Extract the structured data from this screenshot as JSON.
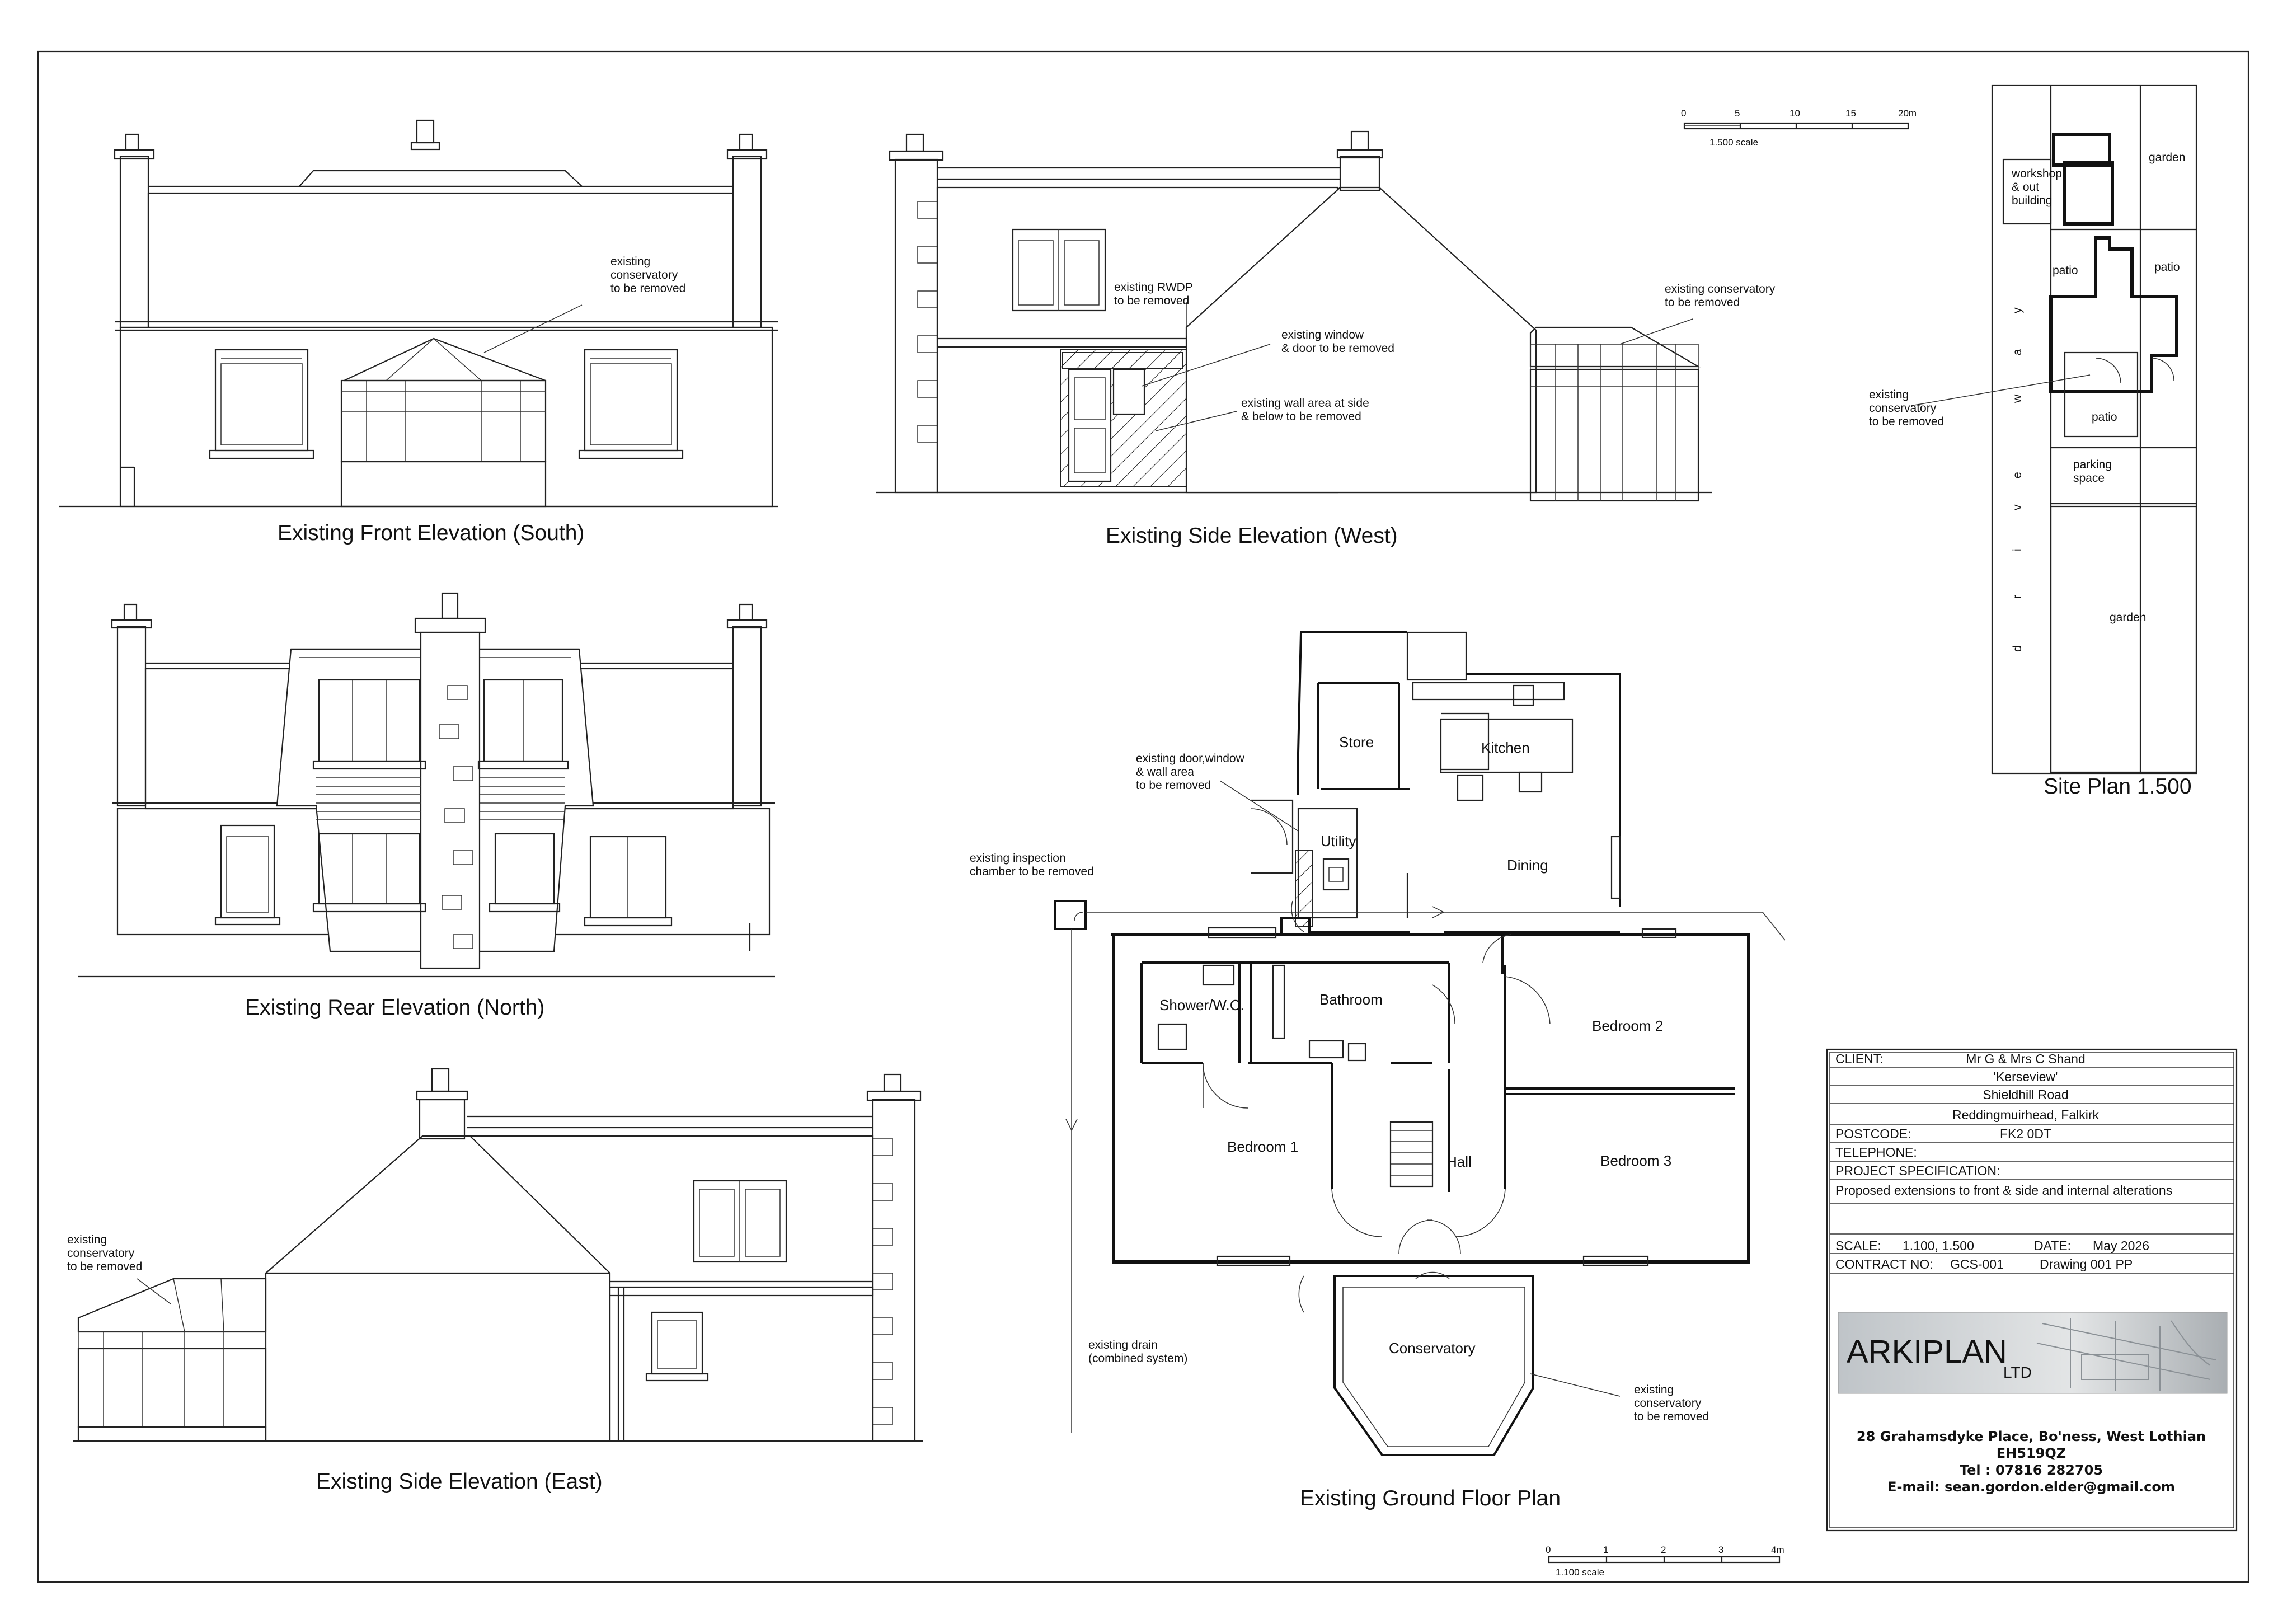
{
  "elevations": {
    "front_title": "Existing Front Elevation (South)",
    "side_west_title": "Existing Side Elevation (West)",
    "rear_title": "Existing Rear Elevation (North)",
    "side_east_title": "Existing Side Elevation (East)"
  },
  "plan_title": "Existing Ground Floor Plan",
  "site_plan_title": "Site Plan 1.500",
  "notes": {
    "front_conservatory": [
      "existing",
      "conservatory",
      "to be removed"
    ],
    "west_rwdp": [
      "existing RWDP",
      "to be removed"
    ],
    "west_window_door": [
      "existing window",
      "& door to be removed"
    ],
    "west_wall_area": [
      "existing wall area at side",
      "& below to be removed"
    ],
    "west_conservatory": [
      "existing conservatory",
      "to be removed"
    ],
    "east_conservatory": [
      "existing",
      "conservatory",
      "to be removed"
    ],
    "plan_door_window": [
      "existing door,window",
      "& wall area",
      "to be removed"
    ],
    "plan_inspection": [
      "existing inspection",
      "chamber to be removed"
    ],
    "plan_drain": [
      "existing drain",
      "(combined system)"
    ],
    "plan_conservatory": [
      "existing",
      "conservatory",
      "to be removed"
    ],
    "site_conservatory": [
      "existing",
      "conservatory",
      "to be removed"
    ]
  },
  "rooms": {
    "store": "Store",
    "kitchen": "Kitchen",
    "utility": "Utility",
    "dining": "Dining",
    "shower": "Shower/W.C.",
    "bathroom": "Bathroom",
    "bedroom2": "Bedroom 2",
    "bedroom1": "Bedroom 1",
    "hall": "Hall",
    "bedroom3": "Bedroom 3",
    "conservatory": "Conservatory"
  },
  "site_plan": {
    "workshop": [
      "workshop",
      "& out",
      "building"
    ],
    "garden_top": "garden",
    "patio_left": "patio",
    "patio_right": "patio",
    "patio_bottom": "patio",
    "parking": [
      "parking",
      "space"
    ],
    "garden_bottom": "garden",
    "driveway_letters": [
      "d",
      "r",
      "i",
      "v",
      "e",
      "w",
      "a",
      "y"
    ]
  },
  "scales": {
    "site_ticks": [
      "0",
      "5",
      "10",
      "15",
      "20m"
    ],
    "site_label": "1.500 scale",
    "plan_ticks": [
      "0",
      "1",
      "2",
      "3",
      "4m"
    ],
    "plan_label": "1.100 scale"
  },
  "title_block": {
    "client_label": "CLIENT:",
    "client_name": "Mr G & Mrs C Shand",
    "address_1": "'Kerseview'",
    "address_2": "Shieldhill Road",
    "address_3": "Reddingmuirhead, Falkirk",
    "postcode_label": "POSTCODE:",
    "postcode": "FK2 0DT",
    "telephone_label": "TELEPHONE:",
    "spec_label": "PROJECT SPECIFICATION:",
    "spec_text": "Proposed extensions  to front & side and internal alterations",
    "scale_label": "SCALE:",
    "scale_value": "1.100, 1.500",
    "date_label": "DATE:",
    "date_value": "May 2026",
    "contract_label": "CONTRACT NO:",
    "contract_value": "GCS-001",
    "drawing_value": "Drawing 001 PP",
    "logo_main": "ARKIPLAN",
    "logo_sub": "LTD",
    "company_address": "28 Grahamsdyke Place, Bo'ness, West Lothian",
    "company_postcode": "EH519QZ",
    "company_tel": "Tel : 07816 282705",
    "company_email": "E-mail: sean.gordon.elder@gmail.com"
  }
}
